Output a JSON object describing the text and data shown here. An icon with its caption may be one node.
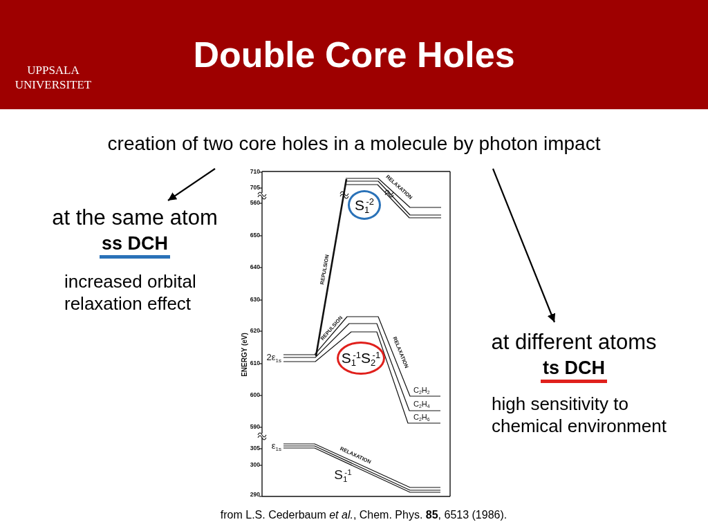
{
  "diagram": {
    "title": "Double Core Holes",
    "caption": "from L.S. Cederbaum *et al.*, Chem. Phys. **85**, 6513 (1986).",
    "nodes": [
      {
        "text": [
          "creation of two core holes in a molecule by photon impact"
        ]
      },
      {
        "text": [
          "at the same atom",
          "ss DCH",
          "increased orbital relaxation effect"
        ]
      },
      {
        "text": [
          "at different atoms",
          "ts DCH",
          "high sensitivity to chemical environment"
        ]
      },
      {
        "text": [
          "S$_{1}$$^{-2}$"
        ]
      },
      {
        "text": [
          "S$_{1}$$^{-1}$S$_{2}$$^{-1}$"
        ]
      }
    ],
    "edges": [
      {
        "from": 0,
        "to": 1,
        "arrow": "to"
      },
      {
        "from": 0,
        "to": 2,
        "arrow": "to"
      }
    ],
    "labels": [
      "UPPSALA UNIVERSITET",
      "710",
      "705",
      "560",
      "650",
      "640",
      "630",
      "620",
      "610",
      "600",
      "590",
      "305",
      "300",
      "290",
      "ENERGY (eV)",
      "RELAXATION",
      "REPULSION",
      "REPULSION",
      "RELAXATION",
      "RELAXATION",
      "2ε$_{1s}$",
      "ε$_{1s}$",
      "C$_{2}$H$_{2}$",
      "C$_{2}$H$_{4}$",
      "C$_{2}$H$_{6}$",
      "S$_{1}$$^{-1}$"
    ]
  }
}
